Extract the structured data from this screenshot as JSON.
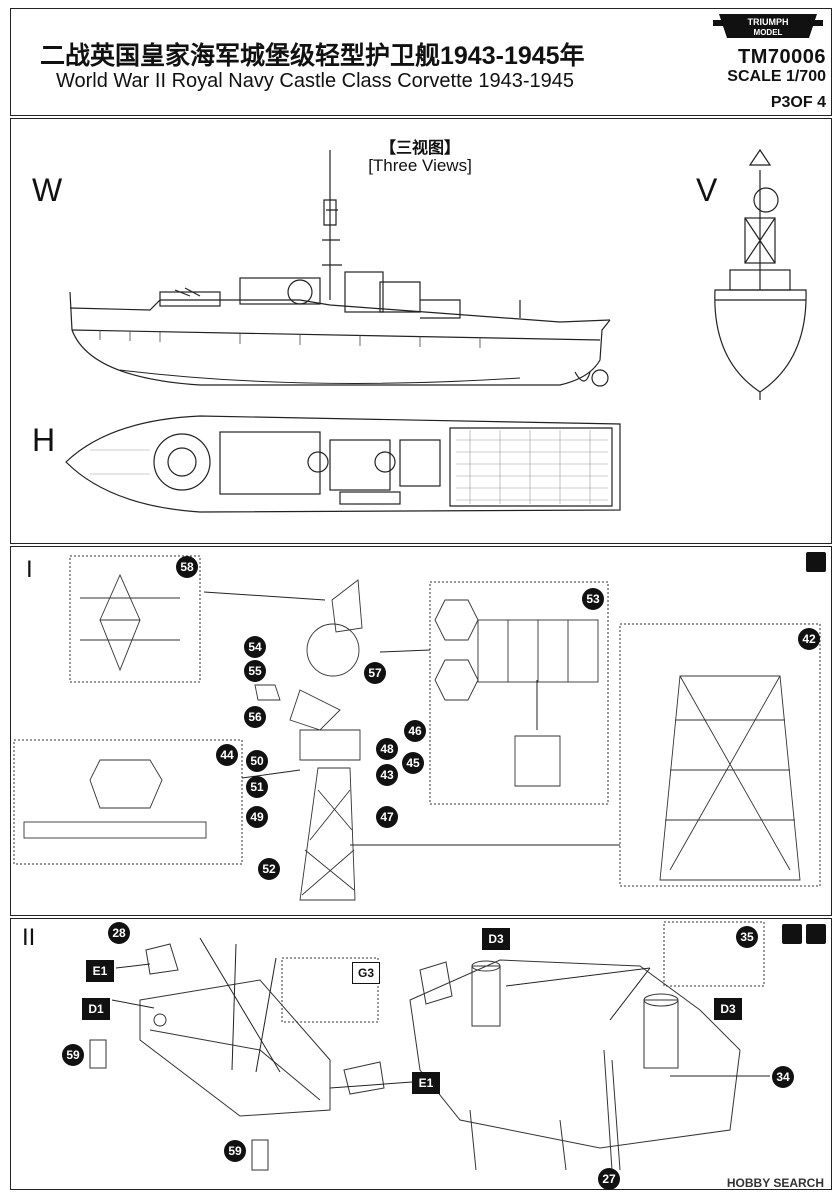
{
  "header": {
    "title_cn": "二战英国皇家海军城堡级轻型护卫舰1943-1945年",
    "title_en": "World War II Royal Navy Castle Class Corvette 1943-1945",
    "brand": "TRIUMPH MODEL",
    "model_no": "TM70006",
    "scale": "SCALE 1/700",
    "page": "P3OF 4"
  },
  "three_views": {
    "heading_cn": "【三视图】",
    "heading_en": "[Three Views]",
    "labels": [
      "W",
      "V",
      "H"
    ]
  },
  "step_I": {
    "label": "I",
    "gel_icon": "gel-glue-icon",
    "callouts": [
      "58",
      "53",
      "42",
      "44",
      "54",
      "55",
      "57",
      "56",
      "46",
      "48",
      "45",
      "50",
      "51",
      "43",
      "49",
      "47",
      "52"
    ]
  },
  "step_II": {
    "label": "II",
    "callouts": [
      "28",
      "59",
      "59",
      "35",
      "34",
      "27"
    ],
    "tags": [
      "E1",
      "D1",
      "G3",
      "E1",
      "D3",
      "D3"
    ]
  },
  "watermark": "HOBBY SEARCH",
  "colors": {
    "ink": "#111111",
    "paper": "#ffffff"
  }
}
